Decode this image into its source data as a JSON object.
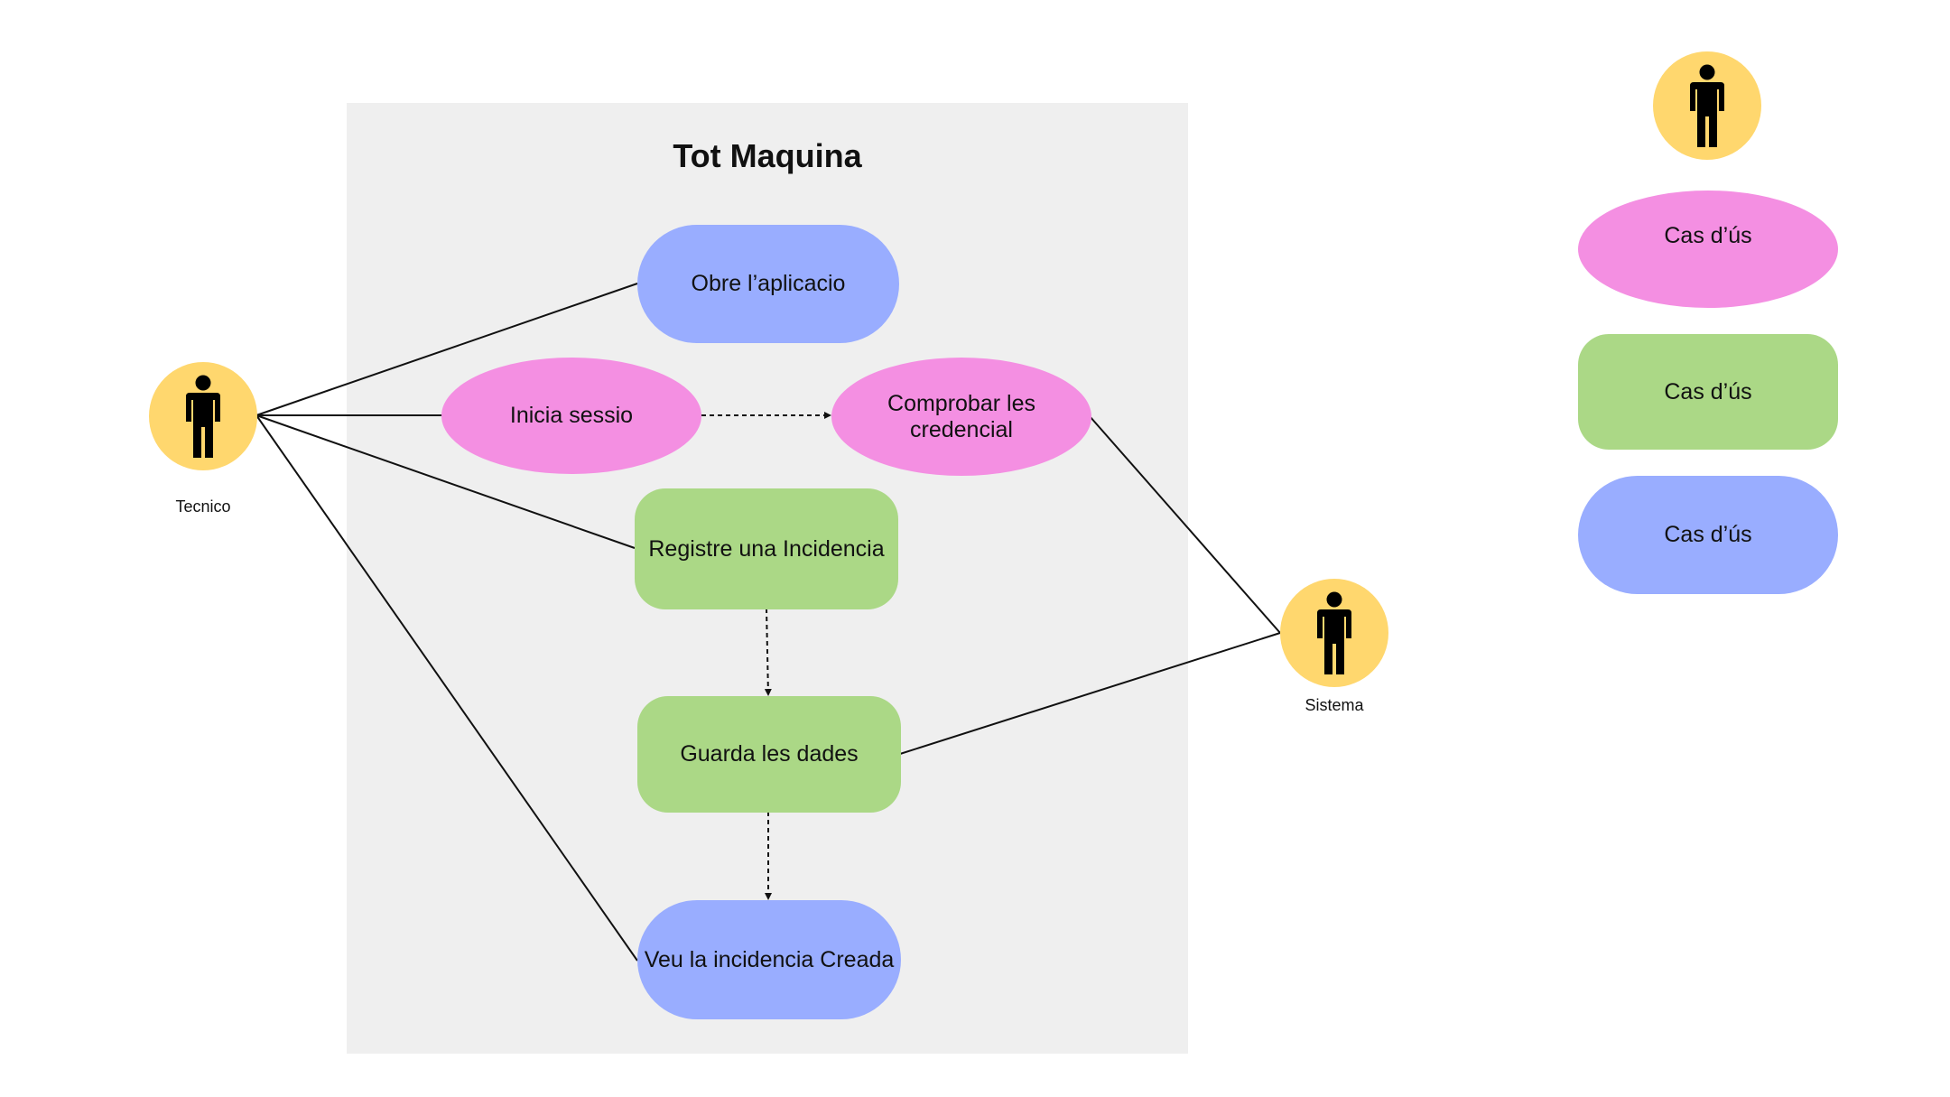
{
  "colors": {
    "background": "#ffffff",
    "system_box": "#efefef",
    "actor": "#ffd76e",
    "use_case_pink": "#f48fe2",
    "use_case_green": "#abd886",
    "use_case_blue": "#99adff",
    "line": "#111111"
  },
  "diagram": {
    "title": "Tot Maquina",
    "use_cases": {
      "obre": {
        "label": "Obre l’aplicacio",
        "color": "#99adff",
        "icon": "stadium"
      },
      "inicia": {
        "label": "Inicia sessio",
        "color": "#f48fe2",
        "icon": "ellipse"
      },
      "comprobar": {
        "label": "Comprobar les credencial",
        "color": "#f48fe2",
        "icon": "ellipse"
      },
      "registre": {
        "label": "Registre una Incidencia",
        "color": "#abd886",
        "icon": "rounded-rectangle"
      },
      "guarda": {
        "label": "Guarda les dades",
        "color": "#abd886",
        "icon": "rounded-rectangle"
      },
      "veu": {
        "label": "Veu la incidencia Creada",
        "color": "#99adff",
        "icon": "stadium"
      }
    },
    "actors": {
      "tecnico": {
        "label": "Tecnico",
        "icon": "person-icon"
      },
      "sistema": {
        "label": "Sistema",
        "icon": "person-icon"
      }
    }
  },
  "legend": {
    "actor": {
      "icon": "person-icon"
    },
    "items": [
      {
        "label": "Cas d’ús",
        "color": "#f48fe2",
        "icon": "ellipse"
      },
      {
        "label": "Cas d’ús",
        "color": "#abd886",
        "icon": "rounded-rectangle"
      },
      {
        "label": "Cas d’ús",
        "color": "#99adff",
        "icon": "stadium"
      }
    ]
  }
}
